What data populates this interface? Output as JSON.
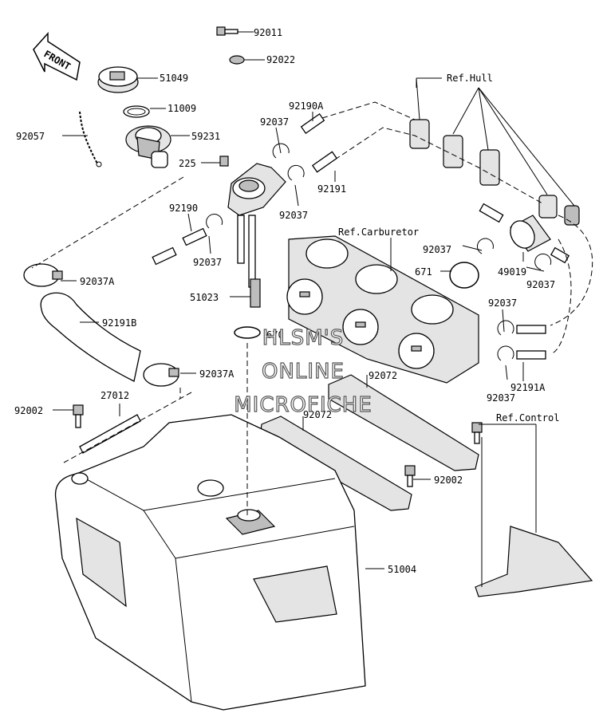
{
  "labels": {
    "p92011": "92011",
    "p92022": "92022",
    "p51049": "51049",
    "p11009": "11009",
    "p92057": "92057",
    "p59231": "59231",
    "p225": "225",
    "p92037_a": "92037",
    "p92190A": "92190A",
    "p92191": "92191",
    "p92037_b": "92037",
    "p92190": "92190",
    "p92037_c": "92037",
    "p92037A_top": "92037A",
    "p51023": "51023",
    "p92191B": "92191B",
    "p670": "670",
    "p92037A_bot": "92037A",
    "p27012": "27012",
    "p92002_left": "92002",
    "p92072_a": "92072",
    "p92072_b": "92072",
    "p92037_d": "92037",
    "p671": "671",
    "p49019": "49019",
    "p92037_e": "92037",
    "p92037_f": "92037",
    "p92037_g": "92037",
    "p92191A": "92191A",
    "p92002_right": "92002",
    "p51004": "51004"
  },
  "refs": {
    "hull": "Ref.Hull",
    "carburetor": "Ref.Carburetor",
    "control": "Ref.Control"
  },
  "front_tag": "FRONT",
  "watermark": [
    "HLSM'S",
    "ONLINE",
    "MICROFICHE"
  ]
}
